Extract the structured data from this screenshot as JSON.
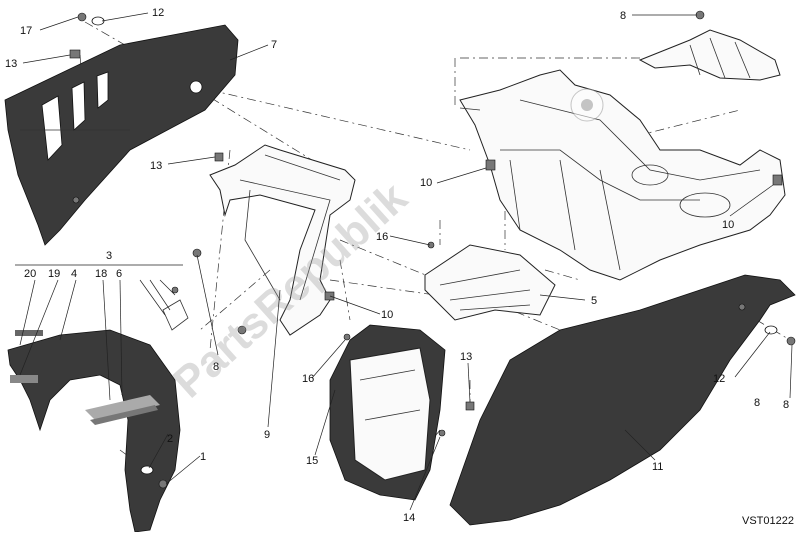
{
  "diagram": {
    "code": "VST01222",
    "watermark": "PartsRepublik",
    "callouts": [
      {
        "id": "c17",
        "label": "17"
      },
      {
        "id": "c12a",
        "label": "12"
      },
      {
        "id": "c7",
        "label": "7"
      },
      {
        "id": "c13a",
        "label": "13"
      },
      {
        "id": "c13b",
        "label": "13"
      },
      {
        "id": "c8a",
        "label": "8"
      },
      {
        "id": "c10a",
        "label": "10"
      },
      {
        "id": "c16a",
        "label": "16"
      },
      {
        "id": "c10b",
        "label": "10"
      },
      {
        "id": "c3",
        "label": "3"
      },
      {
        "id": "c20",
        "label": "20"
      },
      {
        "id": "c19",
        "label": "19"
      },
      {
        "id": "c4",
        "label": "4"
      },
      {
        "id": "c18",
        "label": "18"
      },
      {
        "id": "c6",
        "label": "6"
      },
      {
        "id": "c5",
        "label": "5"
      },
      {
        "id": "c8b",
        "label": "8"
      },
      {
        "id": "c10c",
        "label": "10"
      },
      {
        "id": "c16b",
        "label": "16"
      },
      {
        "id": "c13c",
        "label": "13"
      },
      {
        "id": "c12b",
        "label": "12"
      },
      {
        "id": "c8c",
        "label": "8"
      },
      {
        "id": "c9",
        "label": "9"
      },
      {
        "id": "c2",
        "label": "2"
      },
      {
        "id": "c1",
        "label": "1"
      },
      {
        "id": "c15",
        "label": "15"
      },
      {
        "id": "c14",
        "label": "14"
      },
      {
        "id": "c11",
        "label": "11"
      },
      {
        "id": "c8d",
        "label": "8"
      }
    ]
  }
}
